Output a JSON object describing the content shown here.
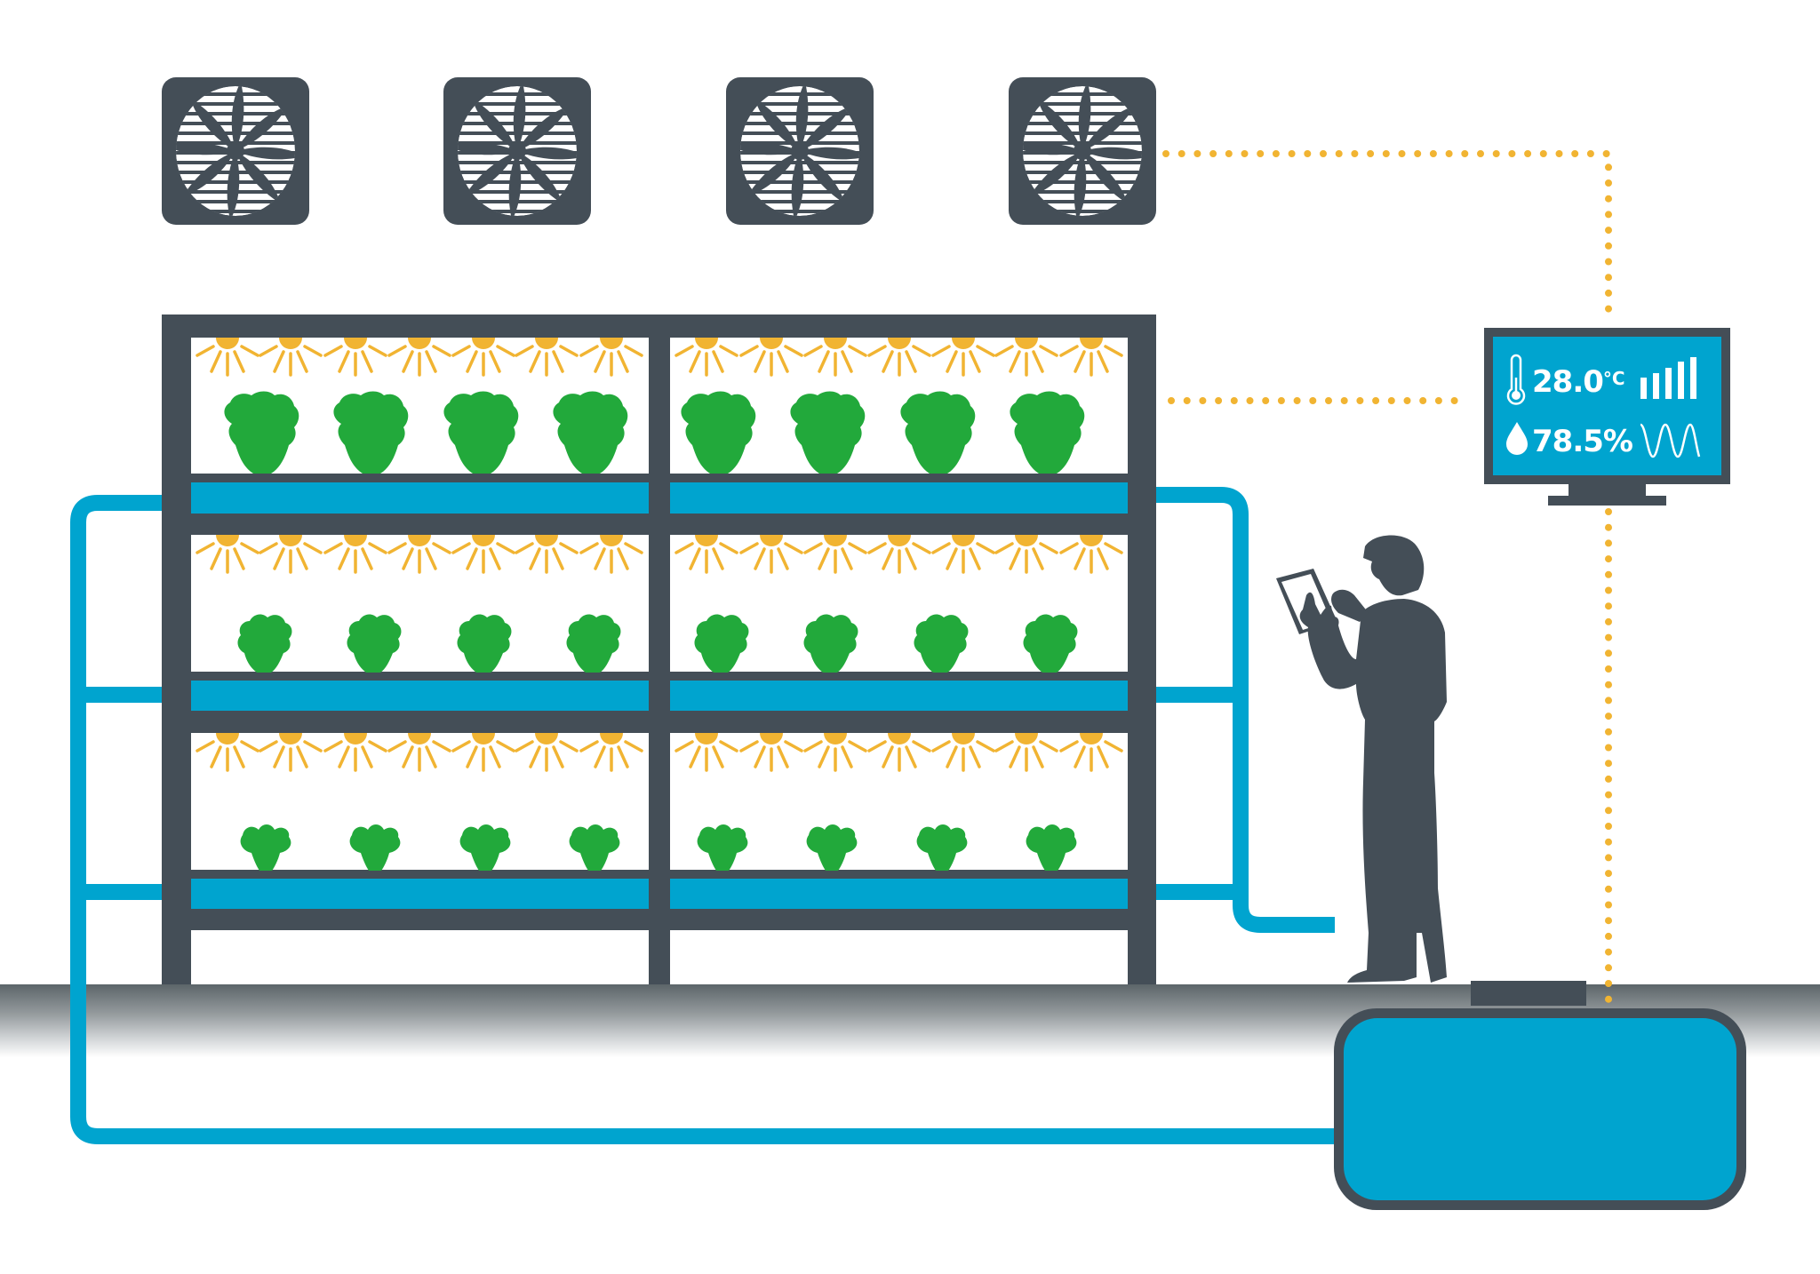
{
  "scene": {
    "title": "Vertical hydroponic farm with climate monitoring",
    "colors": {
      "frame": "#444e57",
      "water": "#00a4cf",
      "plant": "#22a93b",
      "light": "#f1b432",
      "signal": "#f1b432",
      "background": "#ffffff"
    }
  },
  "fans": {
    "count": 4,
    "items": [
      {
        "id": "fan-1",
        "icon": "fan-icon"
      },
      {
        "id": "fan-2",
        "icon": "fan-icon"
      },
      {
        "id": "fan-3",
        "icon": "fan-icon"
      },
      {
        "id": "fan-4",
        "icon": "fan-icon"
      }
    ]
  },
  "rack": {
    "bays": 2,
    "tiers": 3,
    "lights_per_tier_per_bay": 7,
    "plants_per_tier_per_bay": 4,
    "plant_sizes": [
      "large",
      "medium",
      "small"
    ]
  },
  "monitor": {
    "temperature": {
      "icon": "thermometer-icon",
      "value": "28.0",
      "unit": "°C"
    },
    "humidity": {
      "icon": "water-drop-icon",
      "value": "78.5",
      "unit": "%"
    },
    "bar_chart_icon": "signal-bars-icon",
    "wave_icon": "sine-wave-icon"
  },
  "worker": {
    "role": "operator",
    "device": "tablet"
  },
  "tank": {
    "label": "nutrient reservoir"
  }
}
